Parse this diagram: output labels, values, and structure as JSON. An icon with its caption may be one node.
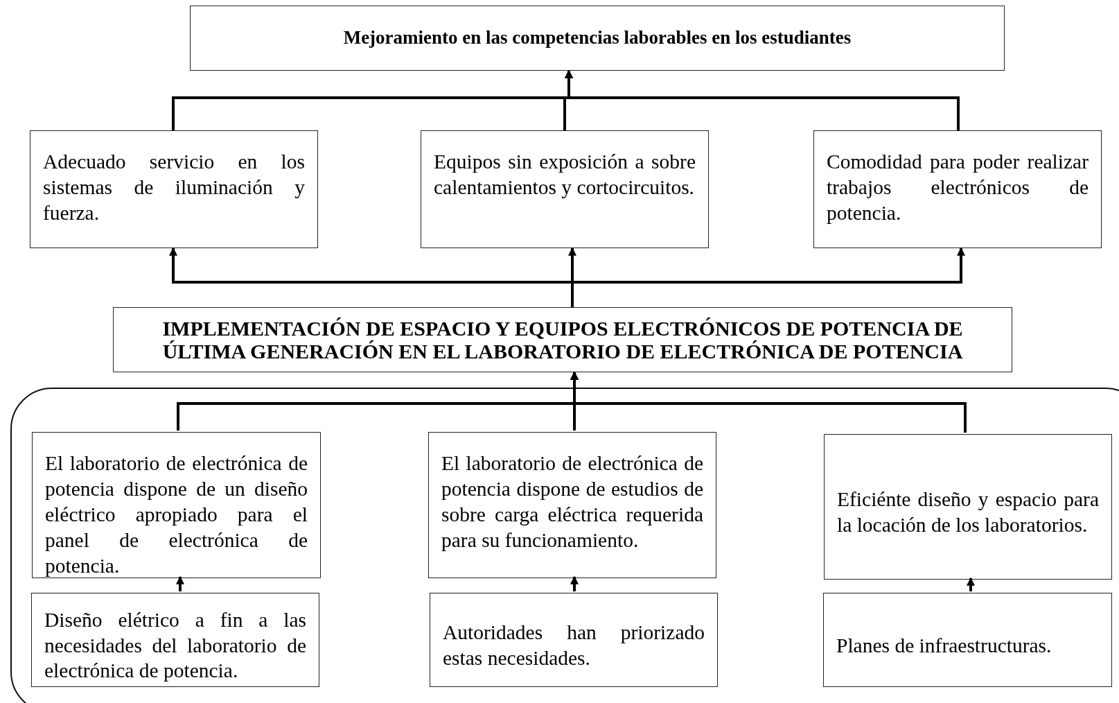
{
  "diagram": {
    "nodes": [
      {
        "text": [
          "Mejoramiento en las competencias laborables en los estudiantes"
        ]
      },
      {
        "text": [
          "Adecuado servicio en los sistemas de iluminación y fuerza."
        ]
      },
      {
        "text": [
          "Equipos sin exposición a sobre calentamientos y cortocircuitos."
        ]
      },
      {
        "text": [
          "Comodidad para poder realizar trabajos electrónicos de potencia."
        ]
      },
      {
        "text": [
          "IMPLEMENTACIÓN DE ESPACIO Y EQUIPOS ELECTRÓNICOS DE POTENCIA DE ÚLTIMA GENERACIÓN EN EL LABORATORIO DE ELECTRÓNICA DE POTENCIA"
        ]
      },
      {
        "text": [],
        "shape": "box"
      },
      {
        "text": [
          "El laboratorio de electrónica de potencia  dispone de un diseño eléctrico apropiado para el panel de electrónica de potencia."
        ],
        "in": 5
      },
      {
        "text": [
          "El laboratorio de electrónica de potencia dispone de estudios de sobre carga eléctrica requerida para su funcionamiento."
        ],
        "in": 5
      },
      {
        "text": [
          "Eficiénte diseño y espacio para la  locación de los laboratorios."
        ],
        "in": 5
      },
      {
        "text": [
          "Diseño elétrico a fin a las necesidades del laboratorio de electrónica de potencia."
        ],
        "in": 5
      },
      {
        "text": [
          "Autoridades han priorizado estas necesidades."
        ],
        "in": 5
      },
      {
        "text": [
          "Planes de infraestructuras."
        ],
        "in": 5
      }
    ],
    "edges": [
      {
        "from": 1,
        "to": 0,
        "arrow": "to"
      },
      {
        "from": 2,
        "to": 0,
        "arrow": "to"
      },
      {
        "from": 3,
        "to": 0,
        "arrow": "to"
      },
      {
        "from": 4,
        "to": 1,
        "arrow": "to"
      },
      {
        "from": 4,
        "to": 2,
        "arrow": "to"
      },
      {
        "from": 4,
        "to": 3,
        "arrow": "to"
      },
      {
        "from": 6,
        "to": 4,
        "arrow": "to"
      },
      {
        "from": 7,
        "to": 4,
        "arrow": "to"
      },
      {
        "from": 8,
        "to": 4,
        "arrow": "to"
      },
      {
        "from": 9,
        "to": 6,
        "arrow": "to"
      },
      {
        "from": 10,
        "to": 7,
        "arrow": "to"
      },
      {
        "from": 11,
        "to": 8,
        "arrow": "to"
      }
    ]
  }
}
